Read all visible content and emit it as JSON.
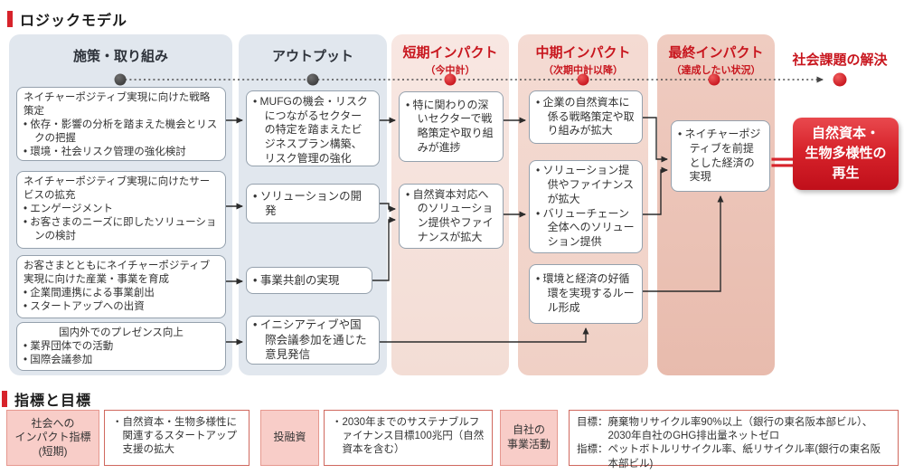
{
  "page": {
    "section1_title": "ロジックモデル",
    "section2_title": "指標と目標"
  },
  "colors": {
    "accent_red": "#d7232b",
    "header_red": "#c8161e",
    "panel_gray": "#e1e7ee",
    "panel_pink_light": "#f5e2dc",
    "panel_pink_mid": "#f2d6cc",
    "panel_pink_dark": "#ebc2b5",
    "result_gradient_top": "#e9494e",
    "result_gradient_bottom": "#c00f1a"
  },
  "logic_model": {
    "columns": [
      {
        "header": "施策・取り組み",
        "boxes": [
          {
            "title": "ネイチャーポジティブ実現に向けた戦略策定",
            "items": [
              "依存・影響の分析を踏まえた機会とリスクの把握",
              "環境・社会リスク管理の強化検討"
            ]
          },
          {
            "title": "ネイチャーポジティブ実現に向けたサービスの拡充",
            "items": [
              "エンゲージメント",
              "お客さまのニーズに即したソリューションの検討"
            ]
          },
          {
            "title": "お客さまとともにネイチャーポジティブ実現に向けた産業・事業を育成",
            "items": [
              "企業間連携による事業創出",
              "スタートアップへの出資"
            ]
          },
          {
            "title": "国内外でのプレゼンス向上",
            "items": [
              "業界団体での活動",
              "国際会議参加"
            ]
          }
        ]
      },
      {
        "header": "アウトプット",
        "boxes": [
          {
            "items": [
              "MUFGの機会・リスクにつながるセクターの特定を踏まえたビジネスプラン構築、リスク管理の強化"
            ]
          },
          {
            "items": [
              "ソリューションの開発"
            ]
          },
          {
            "items": [
              "事業共創の実現"
            ]
          },
          {
            "items": [
              "イニシアティブや国際会議参加を通じた意見発信"
            ]
          }
        ]
      },
      {
        "header": "短期インパクト",
        "subheader": "（今中計）",
        "boxes": [
          {
            "items": [
              "特に関わりの深いセクターで戦略策定や取り組みが進捗"
            ]
          },
          {
            "items": [
              "自然資本対応へのソリューション提供やファイナンスが拡大"
            ]
          }
        ]
      },
      {
        "header": "中期インパクト",
        "subheader": "（次期中計以降）",
        "boxes": [
          {
            "items": [
              "企業の自然資本に係る戦略策定や取り組みが拡大"
            ]
          },
          {
            "items": [
              "ソリューション提供やファイナンスが拡大",
              "バリューチェーン全体へのソリューション提供"
            ]
          },
          {
            "items": [
              "環境と経済の好循環を実現するルール形成"
            ]
          }
        ]
      },
      {
        "header": "最終インパクト",
        "subheader": "（達成したい状況）",
        "boxes": [
          {
            "items": [
              "ネイチャーポジティブを前提とした経済の実現"
            ]
          }
        ]
      }
    ],
    "goal": {
      "header": "社会課題の解決",
      "equals_sign": "＝",
      "result": "自然資本・\n生物多様性の\n再生"
    }
  },
  "indicators": {
    "pairs": [
      {
        "label": "社会への\nインパクト指標\n(短期)",
        "items": [
          "・自然資本・生物多様性に関連するスタートアップ支援の拡大"
        ]
      },
      {
        "label": "投融資",
        "items": [
          "・2030年までのサステナブルファイナンス目標100兆円（自然資本を含む）"
        ]
      },
      {
        "label": "自社の\n事業活動",
        "items": [
          "目標：廃棄物リサイクル率90%以上（銀行の東名阪本部ビル）、2030年自社のGHG排出量ネットゼロ",
          "指標：ペットボトルリサイクル率、紙リサイクル率(銀行の東名阪本部ビル)"
        ]
      }
    ]
  }
}
